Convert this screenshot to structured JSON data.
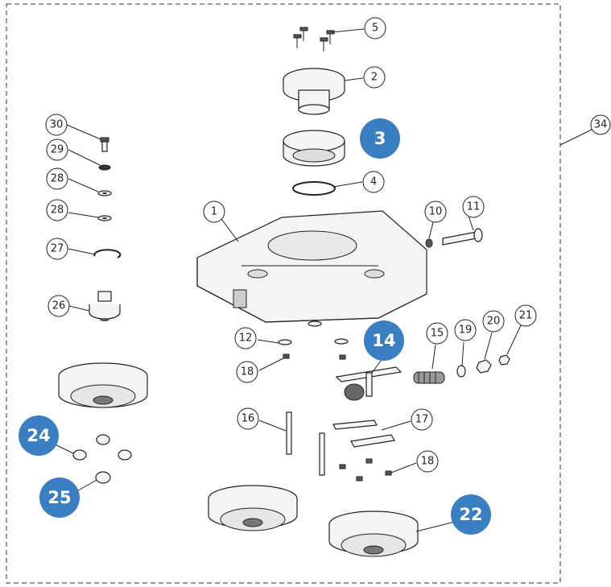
{
  "diagram": {
    "callouts": {
      "c1": "1",
      "c2": "2",
      "c4": "4",
      "c5": "5",
      "c10": "10",
      "c11": "11",
      "c12": "12",
      "c15": "15",
      "c16": "16",
      "c17": "17",
      "c18a": "18",
      "c18b": "18",
      "c19": "19",
      "c20": "20",
      "c21": "21",
      "c26": "26",
      "c27": "27",
      "c28a": "28",
      "c28b": "28",
      "c29": "29",
      "c30": "30",
      "c34": "34"
    },
    "highlight_callouts": {
      "h3": "3",
      "h14": "14",
      "h22": "22",
      "h24": "24",
      "h25": "25"
    },
    "colors": {
      "highlight": "#3a7fc1",
      "line": "#222222",
      "border_dash": "#333333"
    }
  }
}
